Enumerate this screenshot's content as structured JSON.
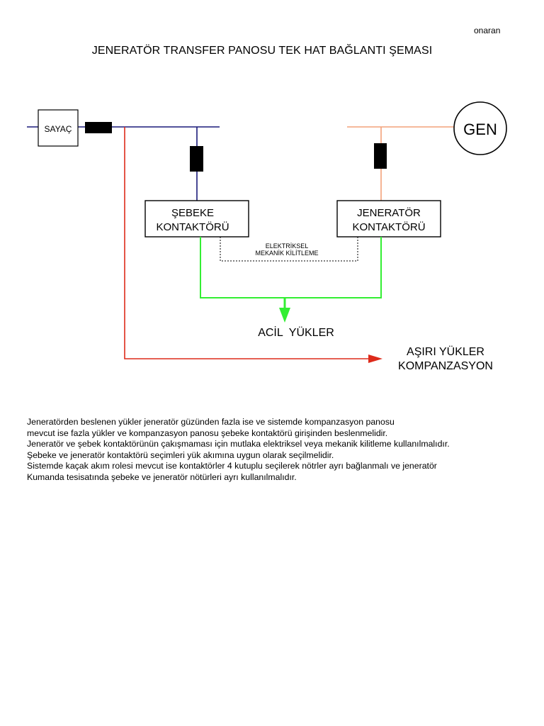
{
  "author": "onaran",
  "title": "JENERATÖR TRANSFER PANOSU TEK HAT BAĞLANTI ŞEMASI",
  "diagram": {
    "meter_label": "SAYAÇ",
    "generator_label": "GEN",
    "grid_contactor": [
      "ŞEBEKE",
      "KONTAKTÖRÜ"
    ],
    "generator_contactor": [
      "JENERATÖR",
      "KONTAKTÖRÜ"
    ],
    "interlock_label": [
      "ELEKTRİKSEL",
      "MEKANİK KİLİTLEME"
    ],
    "emergency_loads": "ACİL  YÜKLER",
    "excess_loads": [
      "AŞIRI YÜKLER",
      "KOMPANZASYON"
    ],
    "colors": {
      "grid_line": "#1a1a7a",
      "generator_line": "#f4a27a",
      "emergency_line": "#33ee33",
      "excess_line": "#dd2a1a",
      "fuse": "#000000"
    }
  },
  "notes": [
    "Jeneratörden beslenen yükler jeneratör güzünden fazla ise ve sistemde kompanzasyon panosu",
    "mevcut ise fazla yükler ve kompanzasyon panosu şebeke kontaktörü girişinden beslenmelidir.",
    "Jeneratör ve şebek kontaktörünün çakışmaması için mutlaka elektriksel veya mekanik kilitleme kullanılmalıdır.",
    "Şebeke ve jeneratör kontaktörü seçimleri yük akımına uygun olarak seçilmelidir.",
    "Sistemde kaçak akım rolesi mevcut ise kontaktörler 4 kutuplu seçilerek nötrler ayrı bağlanmalı ve jeneratör",
    "Kumanda tesisatında şebeke ve jeneratör nötürleri ayrı kullanılmalıdır."
  ]
}
